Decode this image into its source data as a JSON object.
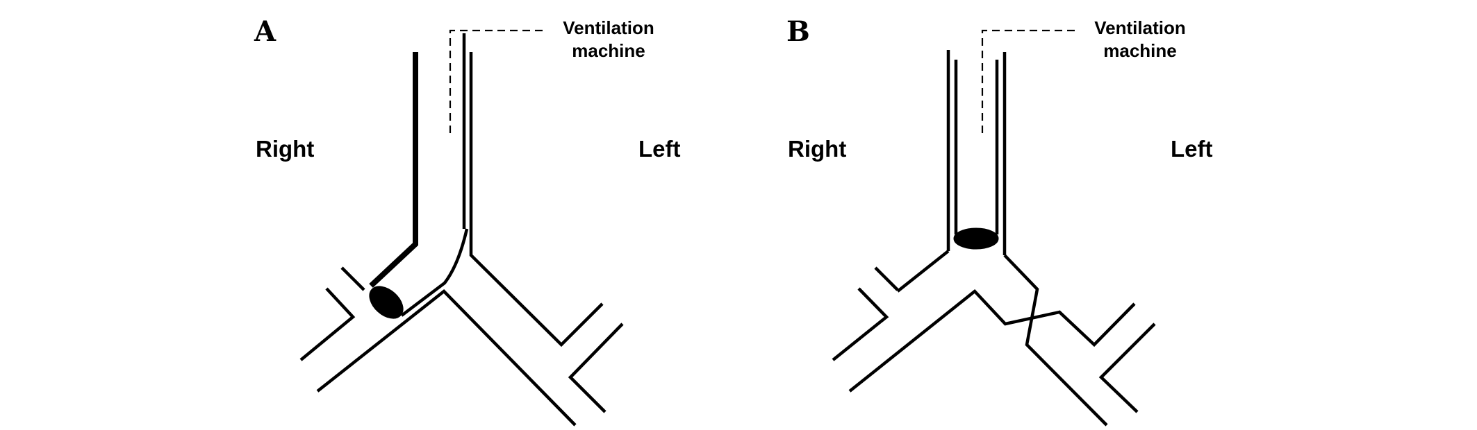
{
  "panels": [
    {
      "letter": "A",
      "right_label": "Right",
      "left_label": "Left",
      "vent_label_line1": "Ventilation",
      "vent_label_line2": "machine"
    },
    {
      "letter": "B",
      "right_label": "Right",
      "left_label": "Left",
      "vent_label_line1": "Ventilation",
      "vent_label_line2": "machine"
    }
  ]
}
